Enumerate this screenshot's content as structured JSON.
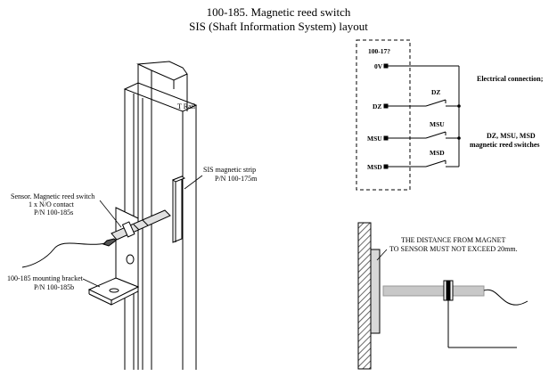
{
  "header": {
    "title": "100-185. Magnetic reed switch",
    "subtitle": "SIS (Shaft Information System) layout"
  },
  "left": {
    "rail_label": "T Rail",
    "strip_label": [
      "SIS magnetic strip",
      "P/N 100-175m"
    ],
    "sensor_label": [
      "Sensor. Magnetic reed switch",
      "1 x N/O contact",
      "P/N 100-185s"
    ],
    "bracket_label": [
      "100-185 mounting bracket",
      "P/N 100-185b"
    ]
  },
  "schematic": {
    "box_title": "100-17?",
    "terminals": [
      "0V",
      "DZ",
      "MSU",
      "MSD"
    ],
    "switches": [
      "DZ",
      "MSU",
      "MSD"
    ],
    "electrical_label": "Electrical connection;",
    "switches_label": [
      "DZ, MSU, MSD",
      "magnetic reed switches"
    ]
  },
  "detail": {
    "note": [
      "THE DISTANCE FROM MAGNET",
      "TO SENSOR MUST NOT EXCEED 20mm."
    ]
  }
}
